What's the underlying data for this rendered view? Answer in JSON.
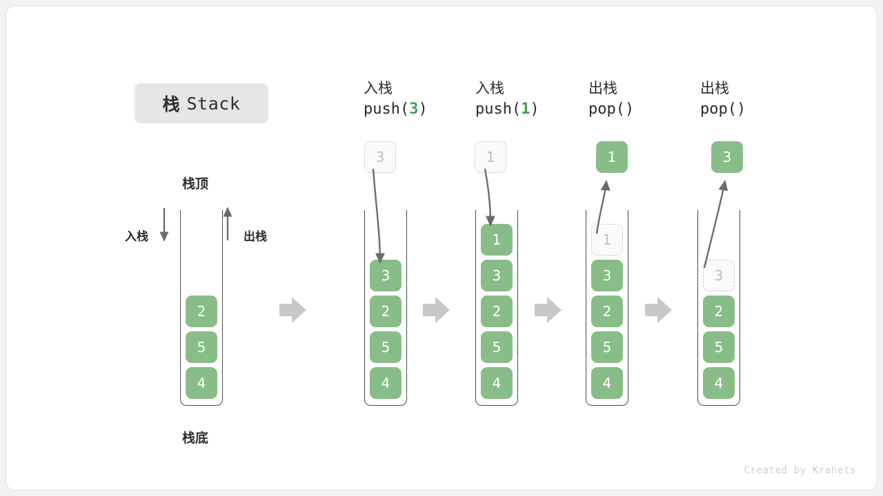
{
  "title": {
    "cn": "栈",
    "en": "Stack"
  },
  "labels": {
    "top": "栈顶",
    "bottom": "栈底",
    "push_side": "入栈",
    "pop_side": "出栈"
  },
  "colors": {
    "element": "#88bd88",
    "ghost_border": "#c9c9c9",
    "ghost_text": "#bdbdbd",
    "accent_code": "#4a9d52",
    "arrow": "#6b6b6b",
    "flow_arrow": "#c8c8c8",
    "badge_bg": "#e6e6e6",
    "wall": "#4a4a4a"
  },
  "base_stack": {
    "items": [
      "2",
      "5",
      "4"
    ]
  },
  "columns": [
    {
      "op_cn": "入栈",
      "op_code_prefix": "push(",
      "op_code_arg": "3",
      "op_code_suffix": ")",
      "incoming_ghost": "3",
      "outgoing_element": null,
      "items": [
        "3",
        "2",
        "5",
        "4"
      ],
      "ghost_index": -1
    },
    {
      "op_cn": "入栈",
      "op_code_prefix": "push(",
      "op_code_arg": "1",
      "op_code_suffix": ")",
      "incoming_ghost": "1",
      "outgoing_element": null,
      "items": [
        "1",
        "3",
        "2",
        "5",
        "4"
      ],
      "ghost_index": -1
    },
    {
      "op_cn": "出栈",
      "op_code_prefix": "pop(",
      "op_code_arg": "",
      "op_code_suffix": ")",
      "incoming_ghost": null,
      "outgoing_element": "1",
      "items": [
        "1",
        "3",
        "2",
        "5",
        "4"
      ],
      "ghost_index": 0
    },
    {
      "op_cn": "出栈",
      "op_code_prefix": "pop(",
      "op_code_arg": "",
      "op_code_suffix": ")",
      "incoming_ghost": null,
      "outgoing_element": "3",
      "items": [
        "3",
        "2",
        "5",
        "4"
      ],
      "ghost_index": 0
    }
  ],
  "credit": "Created by Krahets"
}
